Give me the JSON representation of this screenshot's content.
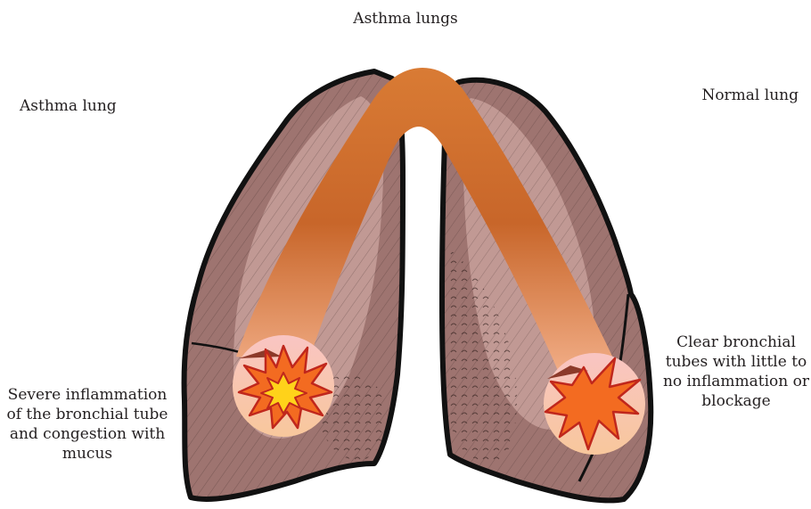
{
  "title": "Asthma lungs",
  "left_lung": {
    "label": "Asthma lung",
    "description": "Severe inflammation\nof the bronchial tube\nand congestion with\nmucus"
  },
  "right_lung": {
    "label": "Normal lung",
    "description": "Clear bronchial\ntubes with little to\nno inflammation or\nblockage"
  },
  "colors": {
    "lung_fill": "#9e7470",
    "lung_highlight": "#c49d98",
    "outline": "#111111",
    "airway_top": "#d97b34",
    "airway_bottom": "#f0a06e",
    "inflammation_outer": "#f36b21",
    "inflammation_core": "#ffd21a",
    "bubble_pink": "#f8c8c0",
    "bubble_peach": "#f8c49a"
  }
}
